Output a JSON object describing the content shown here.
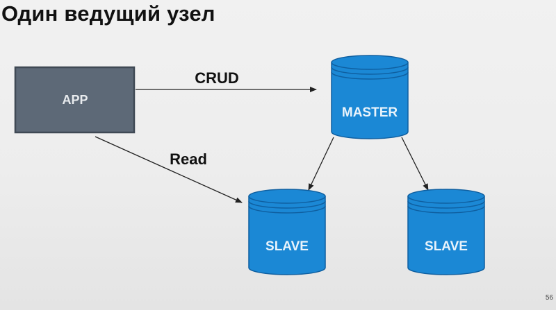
{
  "title": "Один ведущий узел",
  "page_number": "56",
  "diagram": {
    "app_label": "APP",
    "master_label": "MASTER",
    "slave_labels": [
      "SLAVE",
      "SLAVE"
    ],
    "edge_labels": {
      "crud": "CRUD",
      "read": "Read"
    }
  },
  "colors": {
    "app_fill": "#5d6977",
    "app_border": "#3f4954",
    "db_fill": "#1b88d5",
    "db_stroke": "#0f5fa0",
    "arrow": "#222222"
  }
}
